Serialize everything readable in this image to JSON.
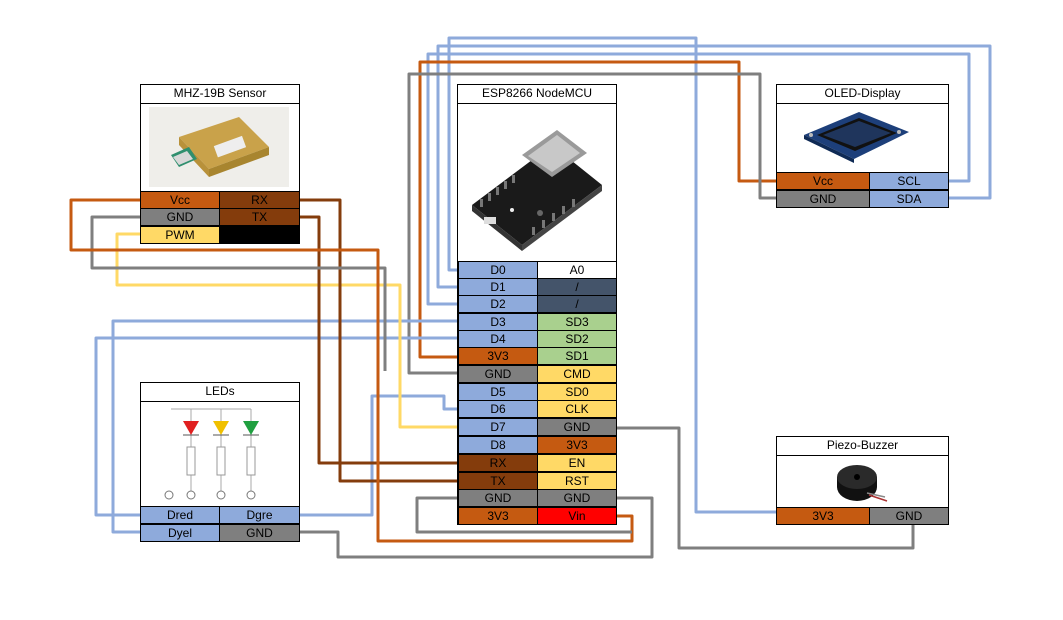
{
  "colors": {
    "blue": "#8eaadb",
    "orange": "#c55a11",
    "brown": "#843c0c",
    "gray": "#7f7f7f",
    "yellow": "#ffd966",
    "green": "#a9d08e",
    "navy": "#44546a",
    "red": "#ff0000",
    "black": "#000000"
  },
  "nodemcu": {
    "title": "ESP8266 NodeMCU",
    "left_pins": [
      "D0",
      "D1",
      "D2",
      "D3",
      "D4",
      "3V3",
      "GND",
      "D5",
      "D6",
      "D7",
      "D8",
      "RX",
      "TX",
      "GND",
      "3V3"
    ],
    "right_pins": [
      "A0",
      "/",
      "/",
      "SD3",
      "SD2",
      "SD1",
      "CMD",
      "SD0",
      "CLK",
      "GND",
      "3V3",
      "EN",
      "RST",
      "GND",
      "Vin"
    ]
  },
  "mhz": {
    "title": "MHZ-19B Sensor",
    "pins": [
      "Vcc",
      "RX",
      "GND",
      "TX",
      "PWM",
      ""
    ]
  },
  "oled": {
    "title": "OLED-Display",
    "pins": [
      "Vcc",
      "SCL",
      "GND",
      "SDA"
    ]
  },
  "leds": {
    "title": "LEDs",
    "pins": [
      "Dred",
      "Dgre",
      "Dyel",
      "GND"
    ]
  },
  "buzzer": {
    "title": "Piezo-Buzzer",
    "pins": [
      "3V3",
      "GND"
    ]
  }
}
